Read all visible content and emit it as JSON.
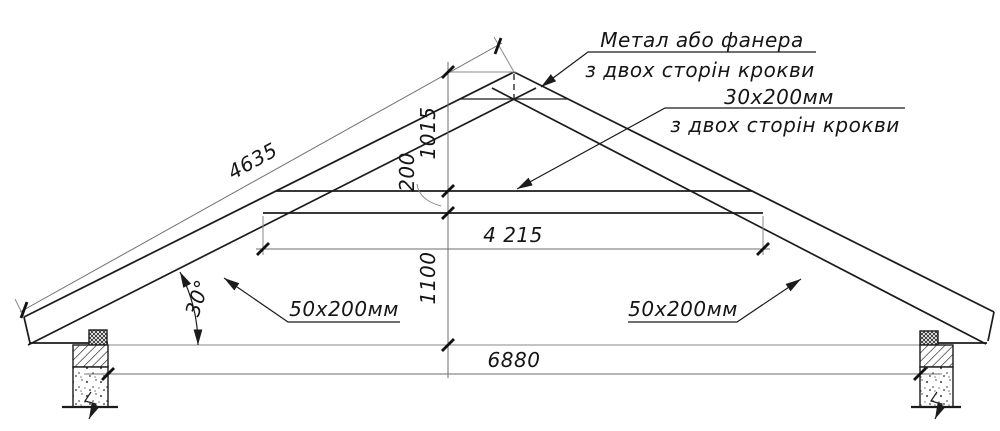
{
  "drawing": {
    "callouts": {
      "ridge_gusset": {
        "line1": "Метал або фанера",
        "line2": "з двох сторін крокви"
      },
      "collar_plank": {
        "line1": "30х200мм",
        "line2": "з двох сторін крокви"
      },
      "rafter_left": {
        "label": "50х200мм"
      },
      "rafter_right": {
        "label": "50х200мм"
      }
    },
    "dimensions": {
      "rafter_length": "4635",
      "ridge_to_collar": "1015",
      "collar_depth": "200",
      "collar_length": "4 215",
      "collar_to_ceiling": "1100",
      "span": "6880",
      "roof_pitch": "30°"
    },
    "colors": {
      "structure_line": "#1b1b1b",
      "dimension_line": "#6e6e6e",
      "background": "#ffffff"
    }
  }
}
